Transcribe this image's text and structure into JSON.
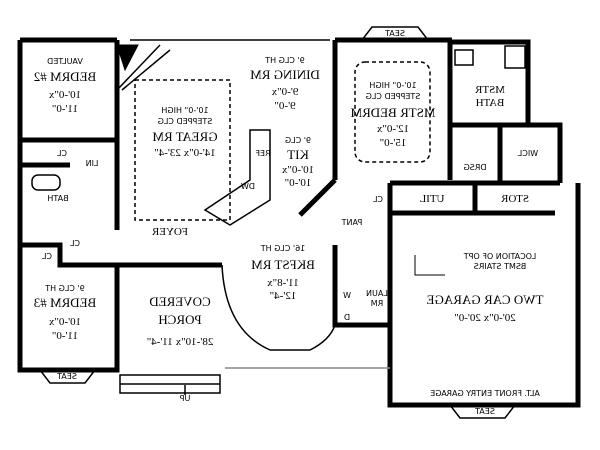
{
  "rooms": {
    "bedrm2": {
      "note": "VAULTED",
      "name": "BEDRM #2",
      "dim1": "10'-0\"x",
      "dim2": "11'-0\""
    },
    "great": {
      "note1": "10'-0\" HIGH",
      "note2": "STEPPED CLG",
      "name": "GREAT RM",
      "dim": "14'-0\"x 23'-4\""
    },
    "dining": {
      "note": "9' CLG HT",
      "name": "DINING RM",
      "dim1": "9'-0\"x",
      "dim2": "9'-0\""
    },
    "kit": {
      "note": "9' CLG",
      "name": "KIT",
      "dim1": "10'-0\"x",
      "dim2": "10'-0\"",
      "ref": "REF",
      "dw": "DW"
    },
    "mstr": {
      "note1": "10'-0\" HIGH",
      "note2": "STEPPED CLG",
      "name": "MSTR BEDRM",
      "dim1": "12'-0\"x",
      "dim2": "15'-0\""
    },
    "mstrbath": {
      "l1": "MSTR",
      "l2": "BATH"
    },
    "wicl": "WICL",
    "drsg": "DRSG",
    "util": "UTIL",
    "stor": "STOR",
    "cl": "CL",
    "lin": "LIN",
    "bath": "BATH",
    "pant": "PANT",
    "foyer": "FOYER",
    "bkfst": {
      "note": "16' CLG HT",
      "name": "BKFST RM",
      "dim1": "11'-8\"x",
      "dim2": "12'-4\""
    },
    "laun": {
      "l1": "LAUN",
      "l2": "RM",
      "w": "W",
      "d": "D"
    },
    "stairs": {
      "l1": "LOCATION OF OPT",
      "l2": "BSMT STAIRS"
    },
    "garage": {
      "name": "TWO CAR GARAGE",
      "dim": "20'-0\"x 20'-0\"",
      "alt": "ALT. FRONT ENTRY GARAGE"
    },
    "porch": {
      "l1": "COVERED",
      "l2": "PORCH",
      "dim": "28'-10\"x 11'-4\""
    },
    "bedrm3": {
      "note": "9' CLG HT",
      "name": "BEDRM #3",
      "dim1": "10'-0\"x",
      "dim2": "11'-0\""
    },
    "seat": "SEAT",
    "up": "UP"
  }
}
